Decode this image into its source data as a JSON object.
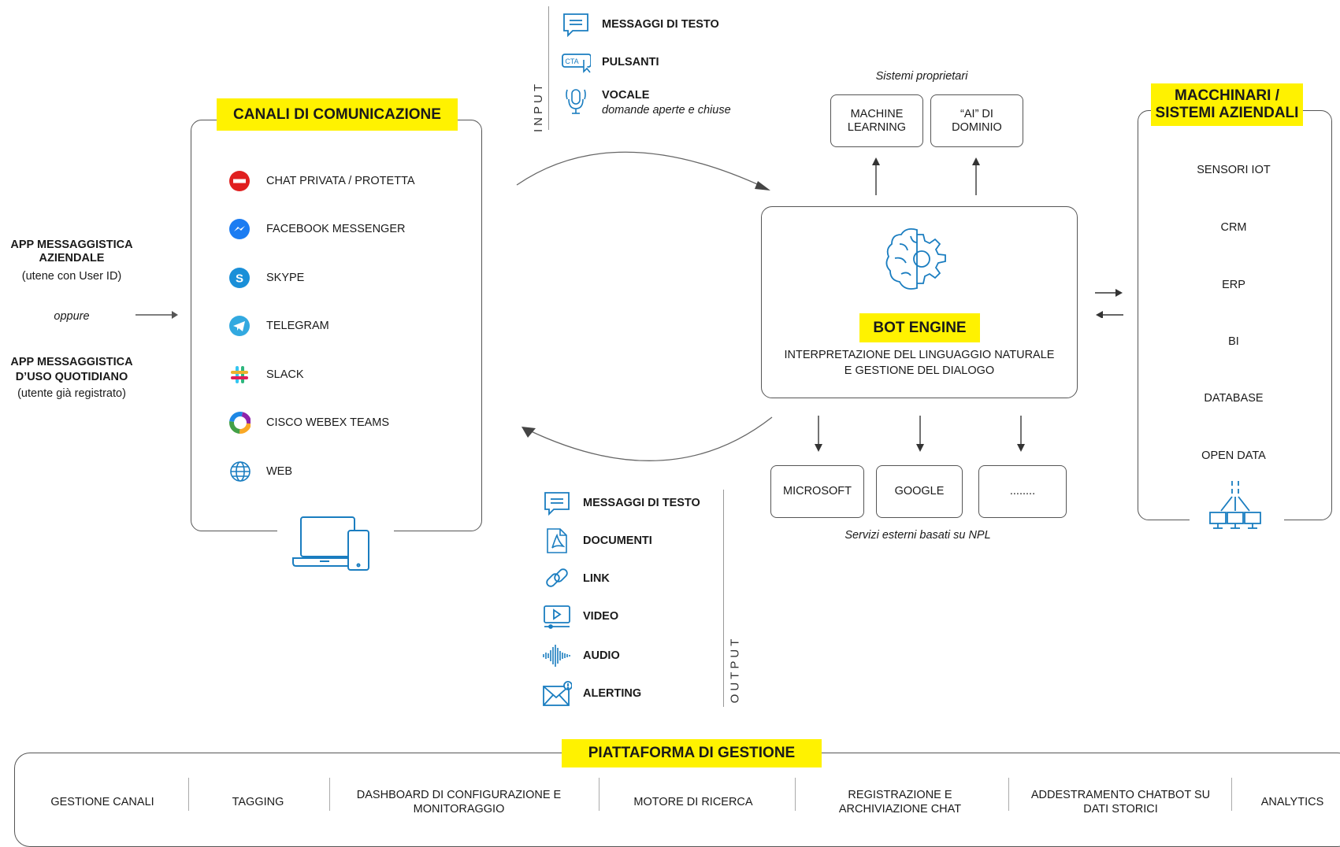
{
  "left": {
    "app_aziendale": "APP MESSAGGISTICA AZIENDALE",
    "app_aziendale_note": "(utene con User ID)",
    "oppure": "oppure",
    "app_quotidiano": "APP MESSAGGISTICA D’USO QUOTIDIANO",
    "app_quotidiano_note": "(utente già registrato)"
  },
  "canali": {
    "title": "CANALI DI COMUNICAZIONE",
    "items": [
      {
        "label": "CHAT PRIVATA / PROTETTA",
        "icon": "no-entry-icon"
      },
      {
        "label": "FACEBOOK MESSENGER",
        "icon": "messenger-icon"
      },
      {
        "label": "SKYPE",
        "icon": "skype-icon"
      },
      {
        "label": "TELEGRAM",
        "icon": "telegram-icon"
      },
      {
        "label": "SLACK",
        "icon": "slack-icon"
      },
      {
        "label": "CISCO WEBEX TEAMS",
        "icon": "webex-icon"
      },
      {
        "label": "WEB",
        "icon": "globe-icon"
      }
    ]
  },
  "input": {
    "label": "INPUT",
    "items": [
      {
        "label": "MESSAGGI DI TESTO",
        "sub": ""
      },
      {
        "label": "PULSANTI",
        "sub": ""
      },
      {
        "label": "VOCALE",
        "sub": "domande aperte e chiuse"
      }
    ],
    "cta_text": "CTA"
  },
  "output": {
    "label": "OUTPUT",
    "items": [
      {
        "label": "MESSAGGI DI TESTO"
      },
      {
        "label": "DOCUMENTI"
      },
      {
        "label": "LINK"
      },
      {
        "label": "VIDEO"
      },
      {
        "label": "AUDIO"
      },
      {
        "label": "ALERTING"
      }
    ]
  },
  "engine": {
    "sistemi_proprietari": "Sistemi proprietari",
    "ml": "MACHINE LEARNING",
    "ai": "“AI” DI DOMINIO",
    "title": "BOT ENGINE",
    "desc_line1": "INTERPRETAZIONE DEL LINGUAGGIO NATURALE",
    "desc_line2": "E GESTIONE DEL DIALOGO",
    "ext": [
      "MICROSOFT",
      "GOOGLE",
      "........"
    ],
    "servizi_esterni": "Servizi esterni basati su NPL"
  },
  "sistemi": {
    "title_line1": "MACCHINARI /",
    "title_line2": "SISTEMI AZIENDALI",
    "items": [
      "SENSORI IOT",
      "CRM",
      "ERP",
      "BI",
      "DATABASE",
      "OPEN DATA"
    ]
  },
  "piattaforma": {
    "title": "PIATTAFORMA DI GESTIONE",
    "items": [
      "GESTIONE CANALI",
      "TAGGING",
      "DASHBOARD DI CONFIGURAZIONE E MONITORAGGIO",
      "MOTORE DI RICERCA",
      "REGISTRAZIONE E ARCHIVIAZIONE CHAT",
      "ADDESTRAMENTO CHATBOT SU DATI STORICI",
      "ANALYTICS"
    ]
  },
  "colors": {
    "highlight": "#fff200",
    "icon_blue": "#1a7dc0",
    "line": "#555555"
  }
}
